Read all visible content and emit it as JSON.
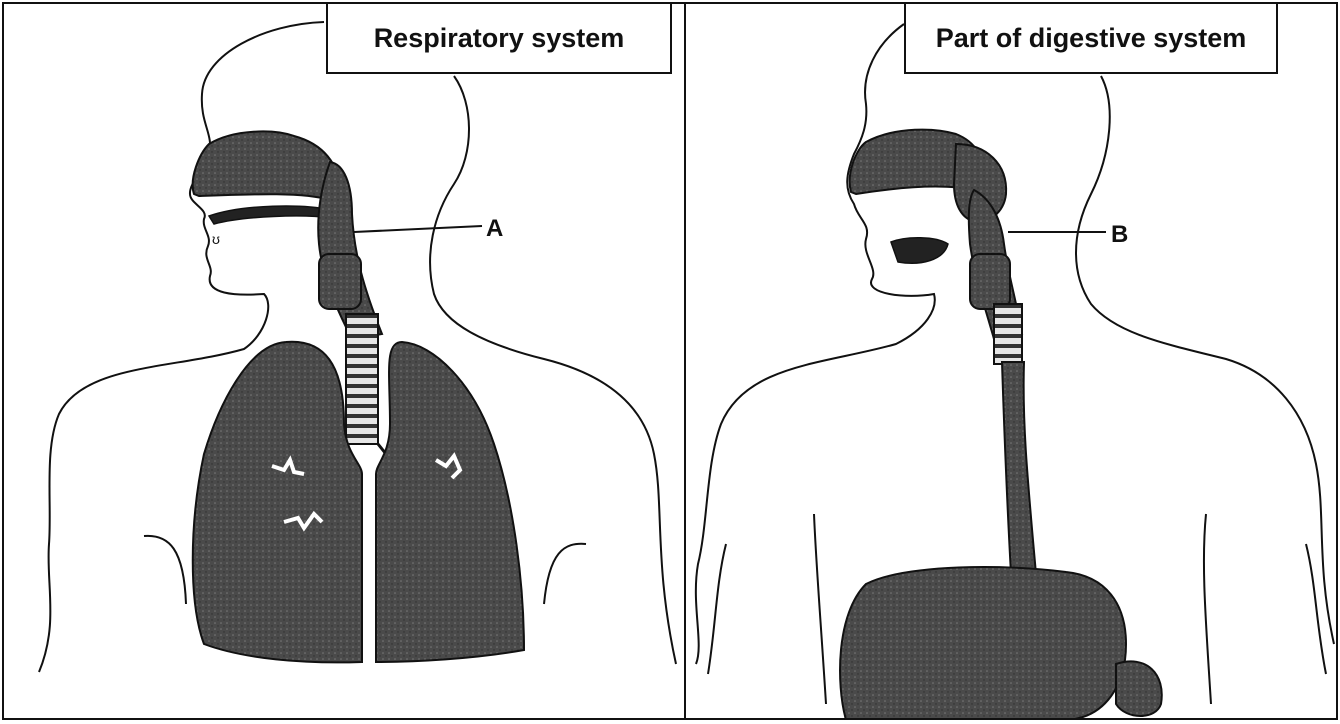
{
  "panels": [
    {
      "title": "Respiratory system",
      "label": "A"
    },
    {
      "title": "Part of digestive system",
      "label": "B"
    }
  ],
  "colors": {
    "outline": "#111111",
    "organ_fill": "#4a4a4a",
    "organ_fill_light": "#6a6a6a",
    "background": "#ffffff"
  }
}
